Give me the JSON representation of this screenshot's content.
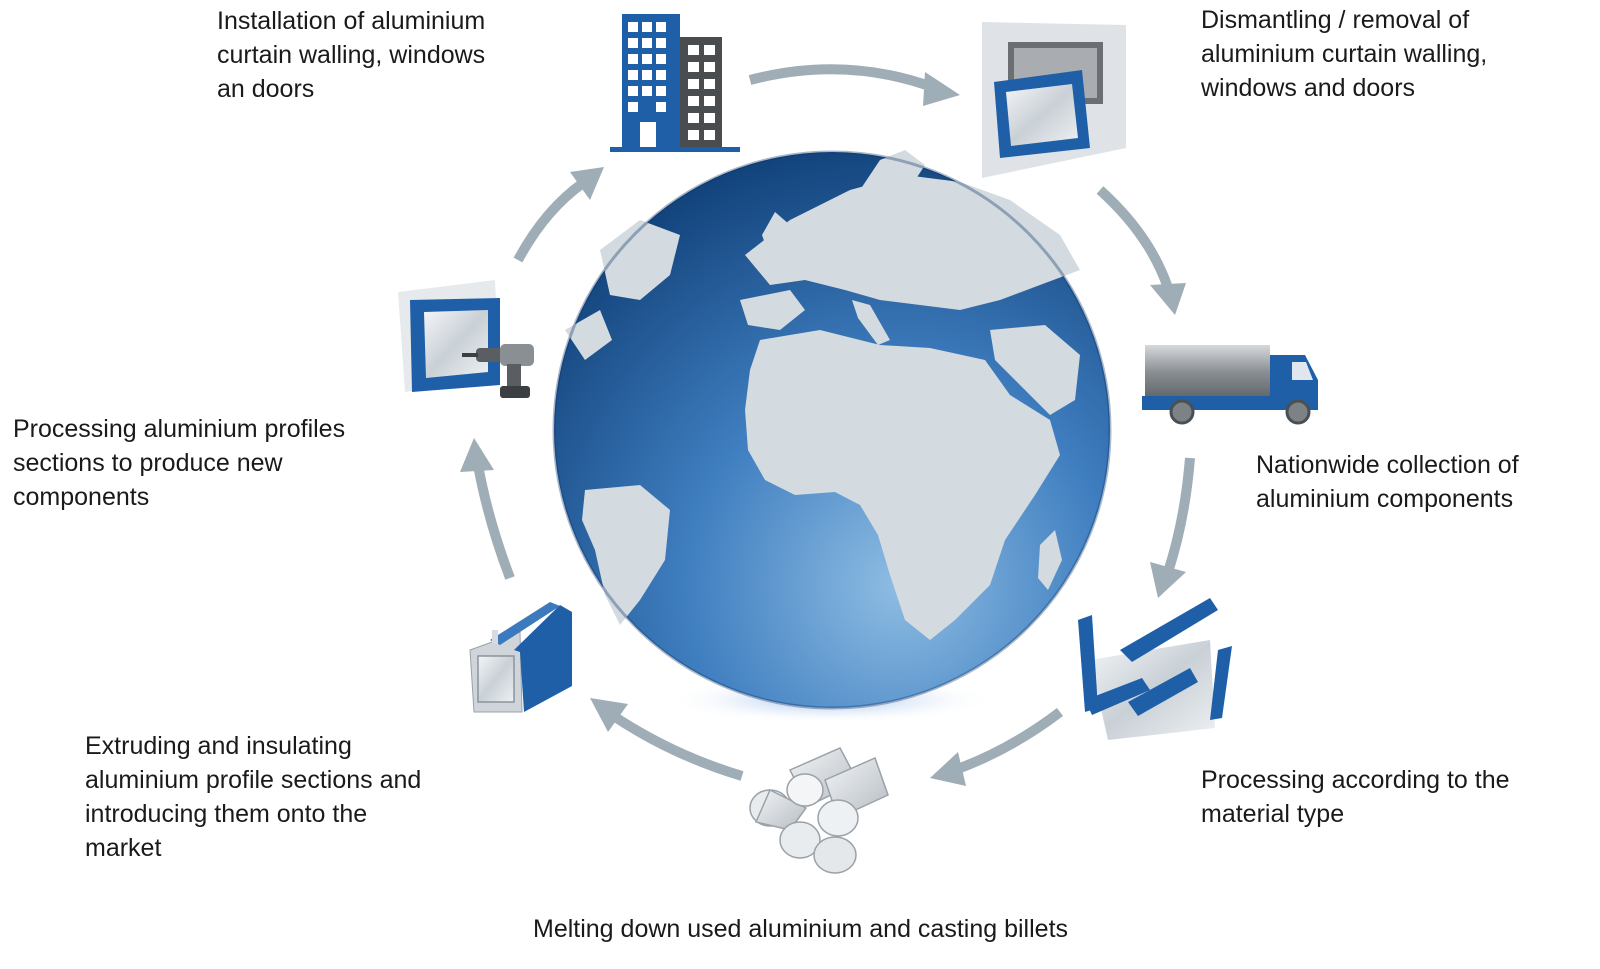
{
  "colors": {
    "accent_blue": "#1f5fa8",
    "arrow_grey": "#9eadb6",
    "globe_dark": "#0d3c73",
    "globe_light": "#8ebde3",
    "land": "#d4dbe0"
  },
  "steps": [
    {
      "icon": "building-icon",
      "label": "Installation of aluminium\ncurtain walling, windows\nan doors"
    },
    {
      "icon": "window-removal-icon",
      "label": "Dismantling / removal of\naluminium curtain walling,\nwindows and doors"
    },
    {
      "icon": "truck-icon",
      "label": "Nationwide collection of\naluminium components"
    },
    {
      "icon": "sorted-profiles-icon",
      "label": "Processing according to the\nmaterial type"
    },
    {
      "icon": "billets-icon",
      "label": "Melting down used aluminium and casting billets"
    },
    {
      "icon": "profile-section-icon",
      "label": "Extruding and insulating\naluminium profile sections and\nintroducing them onto the\nmarket"
    },
    {
      "icon": "frame-drill-icon",
      "label": "Processing aluminium profiles\nsections to produce new\ncomponents"
    }
  ],
  "center": {
    "icon": "globe-icon"
  }
}
